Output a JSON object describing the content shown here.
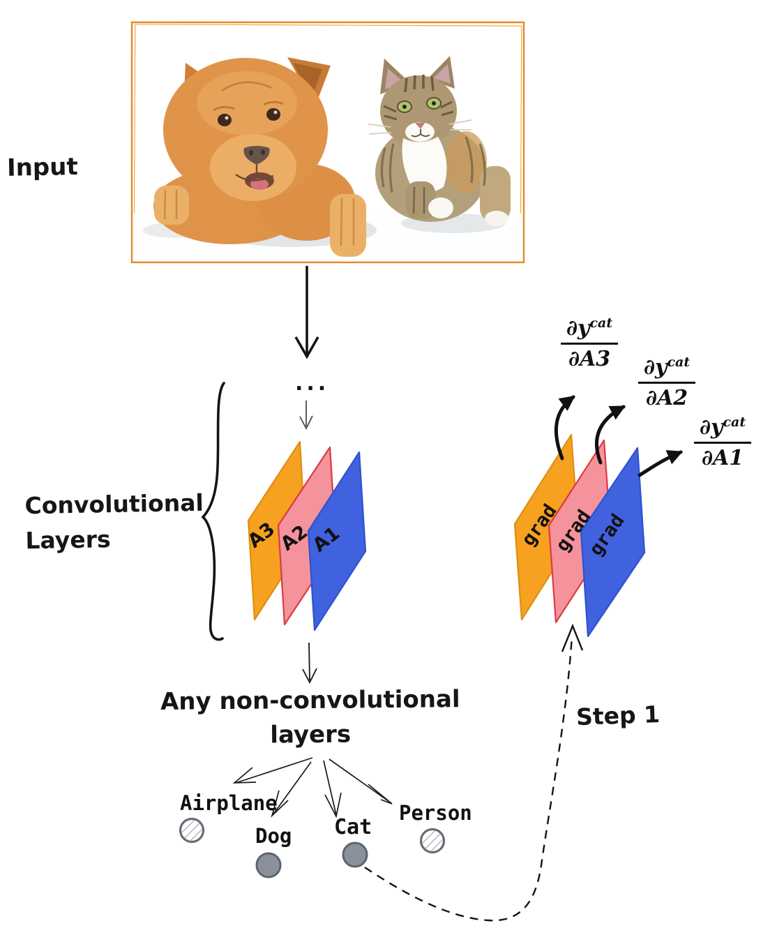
{
  "labels": {
    "input": "Input",
    "conv_line1": "Convolutional",
    "conv_line2": "Layers",
    "nonconv_line1": "Any non-convolutional",
    "nonconv_line2": "layers",
    "step1": "Step 1",
    "dots": "..."
  },
  "conv_layers": {
    "items": [
      {
        "label": "A3",
        "color": "#F6A11F"
      },
      {
        "label": "A2",
        "color": "#F4939B"
      },
      {
        "label": "A1",
        "color": "#4062DE"
      }
    ]
  },
  "grad_layers": {
    "items": [
      {
        "label": "grad",
        "color": "#F6A11F"
      },
      {
        "label": "grad",
        "color": "#F4939B"
      },
      {
        "label": "grad",
        "color": "#4062DE"
      }
    ]
  },
  "formulas": [
    {
      "num_base": "∂y",
      "num_sup": "cat",
      "den": "∂A3"
    },
    {
      "num_base": "∂y",
      "num_sup": "cat",
      "den": "∂A2"
    },
    {
      "num_base": "∂y",
      "num_sup": "cat",
      "den": "∂A1"
    }
  ],
  "classes": [
    {
      "label": "Airplane",
      "state": "hatched"
    },
    {
      "label": "Dog",
      "state": "filled"
    },
    {
      "label": "Cat",
      "state": "filled"
    },
    {
      "label": "Person",
      "state": "hatched"
    }
  ],
  "colors": {
    "frame_orange": "#E0882A",
    "sheet_orange": "#F6A11F",
    "sheet_pink": "#F4939B",
    "sheet_pink_edge": "#DB3A40",
    "sheet_blue": "#4062DE",
    "node_fill": "#8A919B",
    "node_stroke": "#5D646C",
    "ink": "#111111"
  }
}
